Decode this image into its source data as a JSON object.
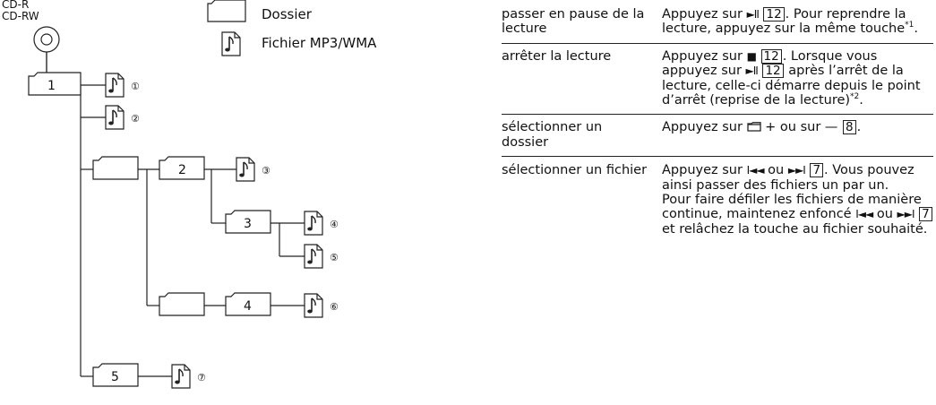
{
  "legend": {
    "cd_r": "CD-R",
    "cd_rw": "CD-RW",
    "folder": "Dossier",
    "file": "Fichier MP3/WMA"
  },
  "tree": {
    "folders": [
      "1",
      "2",
      "3",
      "4",
      "5"
    ],
    "files": [
      "①",
      "②",
      "③",
      "④",
      "⑤",
      "⑥",
      "⑦"
    ],
    "file_icon": "note-icon",
    "folder_icon": "folder-icon",
    "disc_icon": "disc-icon"
  },
  "table": {
    "rows": [
      {
        "action": "passer en pause de la lecture",
        "desc": {
          "p1": "Appuyez sur ",
          "sym1": "►II",
          "key1": "12",
          "p2": ". Pour reprendre la lecture, appuyez sur la même touche",
          "sup": "*1",
          "p3": "."
        }
      },
      {
        "action": "arrêter la lecture",
        "desc": {
          "p1": "Appuyez sur ",
          "sym1": "■",
          "key1": "12",
          "p2": ". Lorsque vous appuyez sur ",
          "sym2": "►II",
          "key2": "12",
          "p3": " après l’arrêt de la lecture, celle-ci démarre depuis le point d’arrêt (reprise de la lecture)",
          "sup": "*2",
          "p4": "."
        }
      },
      {
        "action": "sélectionner un dossier",
        "desc": {
          "p1": "Appuyez sur ",
          "p2": " + ou sur — ",
          "key1": "8",
          "p3": "."
        }
      },
      {
        "action": "sélectionner un fichier",
        "desc": {
          "p1": "Appuyez sur ",
          "sym1": "I◄◄",
          "p2": " ou ",
          "sym2": "►►I",
          "key1": "7",
          "p3": ". Vous pouvez ainsi passer des fichiers un par un.",
          "p4": "Pour faire défiler les fichiers de manière continue, maintenez enfoncé ",
          "sym3": "I◄◄",
          "p5": " ou ",
          "sym4": "►►I",
          "key2": "7",
          "p6": " et relâchez la touche au fichier souhaité."
        }
      }
    ]
  }
}
